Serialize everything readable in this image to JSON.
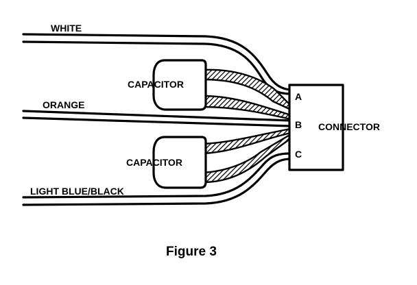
{
  "labels": {
    "white": "WHITE",
    "orange": "ORANGE",
    "light_blue_black": "LIGHT BLUE/BLACK",
    "capacitor_top": "CAPACITOR",
    "capacitor_bottom": "CAPACITOR",
    "connector": "CONNECTOR",
    "terminal_a": "A",
    "terminal_b": "B",
    "terminal_c": "C"
  },
  "caption": "Figure 3",
  "colors": {
    "ink": "#000000",
    "background": "#ffffff"
  }
}
